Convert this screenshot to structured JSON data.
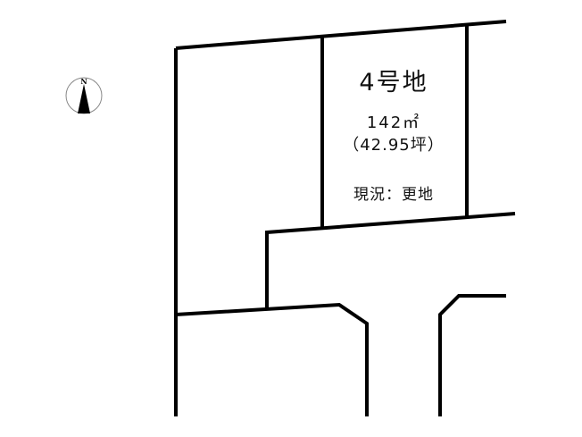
{
  "lot": {
    "number": "4号地",
    "area": "142㎡",
    "tsubo": "（42.95坪）",
    "status": "現況：更地"
  },
  "compass": {
    "label": "N",
    "icon": "north-arrow-icon"
  },
  "colors": {
    "line": "#000000",
    "background": "#ffffff"
  }
}
